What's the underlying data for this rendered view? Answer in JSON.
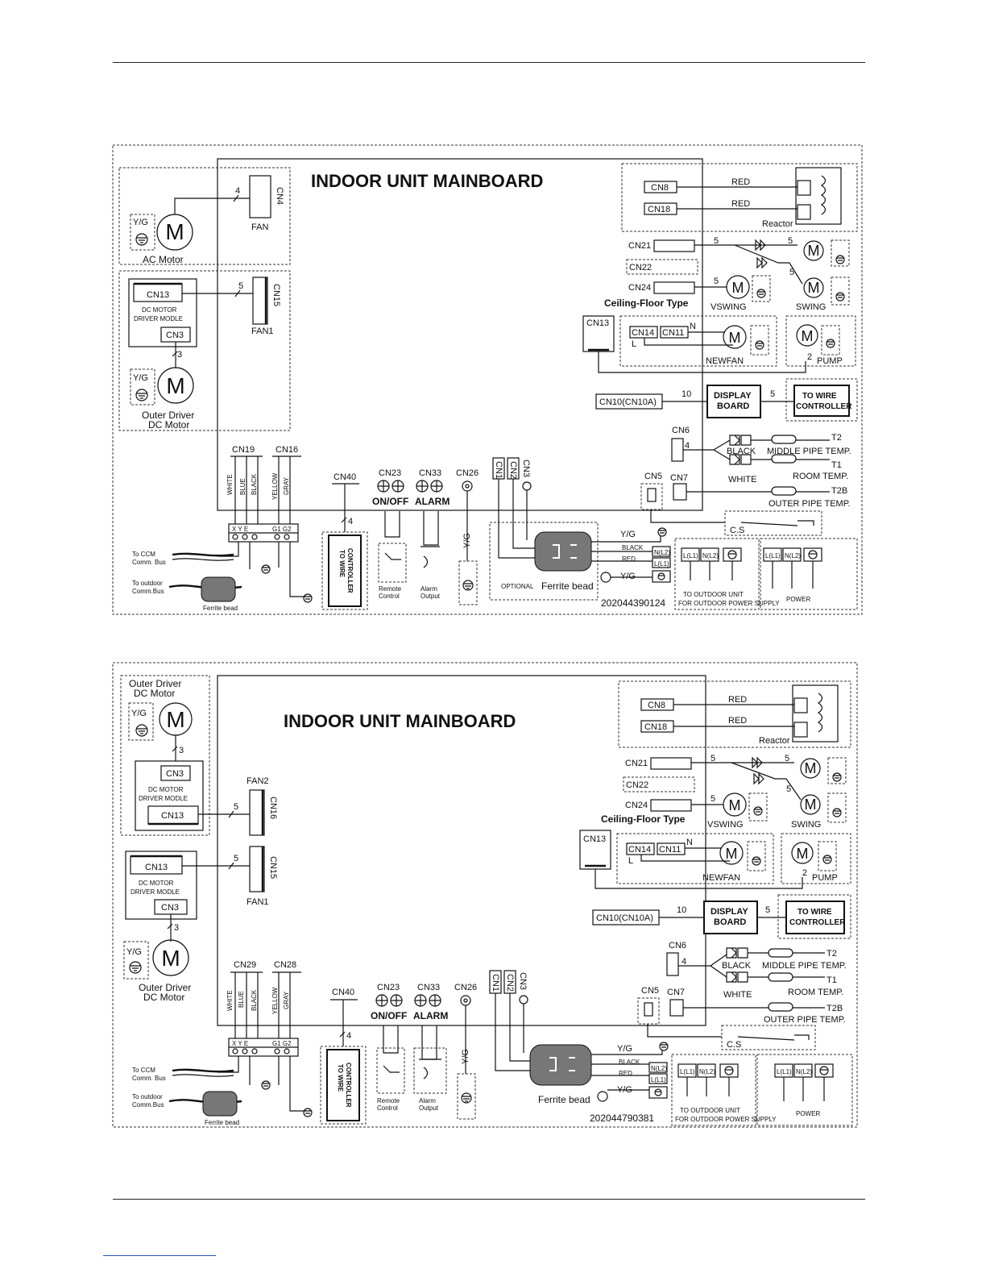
{
  "diagram1": {
    "title": "INDOOR UNIT MAINBOARD",
    "code": "202044390124",
    "fan_connector": "CN4",
    "fan_label": "FAN",
    "ac_motor_label": "AC Motor",
    "fan_wire_count": "4",
    "yg": "Y/G",
    "m": "M",
    "cn13": "CN13",
    "cn3": "CN3",
    "dc_driver_line1": "DC MOTOR",
    "dc_driver_line2": "DRIVER MODLE",
    "wire5": "5",
    "wire3": "3",
    "fan1_connector": "CN15",
    "fan1_label": "FAN1",
    "outer_motor_line1": "Outer Driver",
    "outer_motor_line2": "DC Motor",
    "cn19": "CN19",
    "cn16": "CN16"
  },
  "diagram2": {
    "title": "INDOOR UNIT MAINBOARD",
    "code": "202044790381",
    "outer_motor_line1": "Outer Driver",
    "outer_motor_line2": "DC Motor",
    "yg": "Y/G",
    "m": "M",
    "cn3": "CN3",
    "cn13": "CN13",
    "dc_driver_line1": "DC MOTOR",
    "dc_driver_line2": "DRIVER MODLE",
    "wire5": "5",
    "wire3": "3",
    "fan2_label": "FAN2",
    "fan2_connector": "CN16",
    "fan1_connector": "CN15",
    "fan1_label": "FAN1",
    "cn29": "CN29",
    "cn28": "CN28"
  },
  "shared": {
    "cn8": "CN8",
    "cn18": "CN18",
    "red": "RED",
    "reactor": "Reactor",
    "cn21": "CN21",
    "cn22": "CN22",
    "cn24": "CN24",
    "ceiling_floor": "Ceiling-Floor Type",
    "vswing": "VSWING",
    "swing": "SWING",
    "m": "M",
    "five": "5",
    "cn13": "CN13",
    "cn14": "CN14",
    "cn11": "CN11",
    "n": "N",
    "l": "L",
    "newfan": "NEWFAN",
    "pump": "PUMP",
    "two": "2",
    "cn10": "CN10(CN10A)",
    "ten": "10",
    "display1": "DISPLAY",
    "display2": "BOARD",
    "towire1": "TO WIRE",
    "towire2": "CONTROLLER",
    "cn6": "CN6",
    "four": "4",
    "black": "BLACK",
    "white": "WHITE",
    "t2": "T2",
    "t1": "T1",
    "t2b": "T2B",
    "middle_pipe": "MIDDLE PIPE TEMP.",
    "room_temp": "ROOM TEMP.",
    "outer_pipe": "OUTER PIPE TEMP.",
    "cn5": "CN5",
    "cn7": "CN7",
    "cs": "C.S",
    "white_w": "WHITE",
    "blue_w": "BLUE",
    "black_w": "BLACK",
    "yellow_w": "YELLOW",
    "gray_w": "GRAY",
    "cn40": "CN40",
    "cn23": "CN23",
    "cn33": "CN33",
    "cn26": "CN26",
    "cn1": "CN1",
    "cn2": "CN2",
    "cn3": "CN3",
    "onoff": "ON/OFF",
    "alarm": "ALARM",
    "yg": "Y/G",
    "to_wire_ctrl": "TO WIRE CONTROLLER",
    "remote1": "Remote",
    "remote2": "Control",
    "alarm_out1": "Alarm",
    "alarm_out2": "Output",
    "optional": "OPTIONAL",
    "ferrite": "Ferrite bead",
    "ferrite_bead": "Ferrite bead",
    "black_small": "BLACK",
    "red_small": "RED",
    "nl2": "N(L2)",
    "ll1": "L(L1)",
    "to_outdoor": "TO  OUTDOOR  UNIT",
    "for_outdoor": "FOR OUTDOOR POWER SUPPLY",
    "power": "POWER",
    "to_ccm1": "To CCM",
    "to_ccm2": "Comm. Bus",
    "to_out1": "To outdoor",
    "to_out2": "Comm.Bus",
    "term_top": "X Y E",
    "term_top2": "G1 G2"
  }
}
